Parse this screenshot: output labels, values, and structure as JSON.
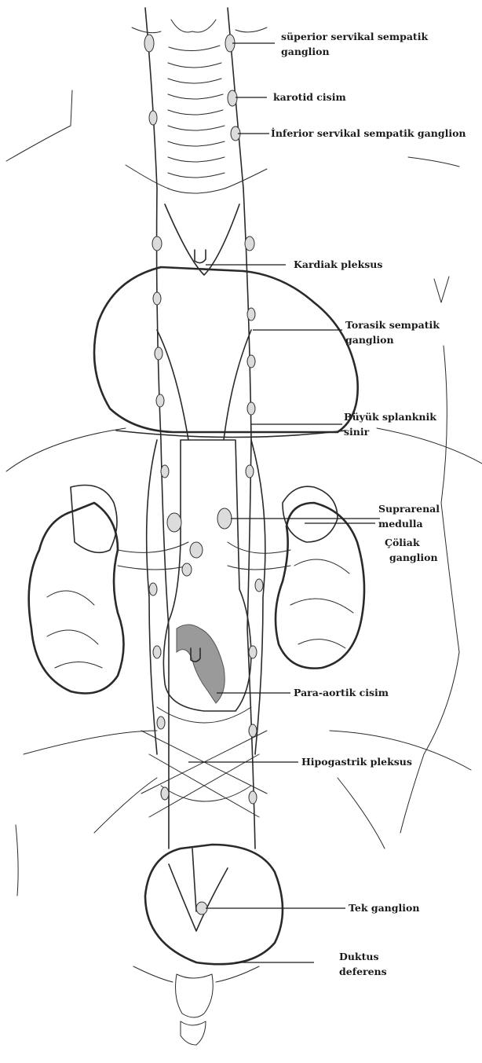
{
  "labels": {
    "superior_cervical": [
      "süperior servikal sempatik",
      "ganglion"
    ],
    "carotid_body": [
      "karotid cisim"
    ],
    "inferior_cervical": [
      "İnferior servikal sempatik ganglion"
    ],
    "cardiac_plexus": [
      "Kardiak pleksus"
    ],
    "thoracic_ganglion": [
      "Torasik sempatik",
      "ganglion"
    ],
    "greater_splanchnic": [
      "Büyük splanknik",
      "sinir"
    ],
    "suprarenal_medulla": [
      "Suprarenal",
      "medulla"
    ],
    "celiac_ganglion": [
      "Çöliak",
      "ganglion"
    ],
    "para_aortic_body": [
      "Para-aortik cisim"
    ],
    "hypogastric_plexus": [
      "Hipogastrik pleksus"
    ],
    "ganglion_impar": [
      "Tek ganglion"
    ],
    "ductus_deferens": [
      "Duktus",
      "deferens"
    ]
  },
  "colors": {
    "ink": "#2a2a2a",
    "organ_fill": "#e8e8e8",
    "kidney_shade": "#bdbdbd",
    "aortic_body": "#9a9a9a"
  }
}
